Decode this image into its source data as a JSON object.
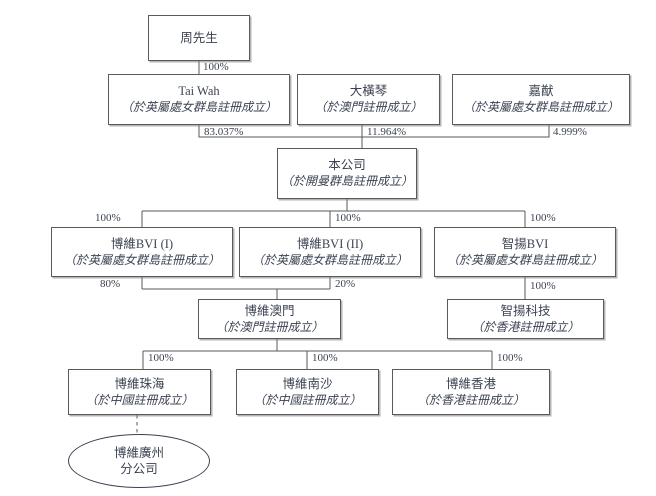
{
  "diagram": {
    "title": "Corporate Shareholding Structure Chart",
    "line_color": "#5a5a5a",
    "text_color": "#3b4252",
    "background": "#ffffff",
    "nodes": [
      {
        "id": "zhou",
        "name": "周先生",
        "sub": ""
      },
      {
        "id": "taiwah",
        "name": "Tai Wah",
        "sub": "（於英屬處女群島註冊成立）"
      },
      {
        "id": "daHengQin",
        "name": "大橫琴",
        "sub": "（於澳門註冊成立）"
      },
      {
        "id": "jiaXian",
        "name": "嘉猷",
        "sub": "（於英屬處女群島註冊成立）"
      },
      {
        "id": "company",
        "name": "本公司",
        "sub": "（於開曼群島註冊成立）"
      },
      {
        "id": "boweiBVI1",
        "name": "博維BVI (I)",
        "sub": "（於英屬處女群島註冊成立）"
      },
      {
        "id": "boweiBVI2",
        "name": "博維BVI (II)",
        "sub": "（於英屬處女群島註冊成立）"
      },
      {
        "id": "zhiyangBVI",
        "name": "智揚BVI",
        "sub": "（於英屬處女群島註冊成立）"
      },
      {
        "id": "boweiMacau",
        "name": "博維澳門",
        "sub": "（於澳門註冊成立）"
      },
      {
        "id": "zhiyangTech",
        "name": "智揚科技",
        "sub": "（於香港註冊成立）"
      },
      {
        "id": "boweiZhuhai",
        "name": "博維珠海",
        "sub": "（於中國註冊成立）"
      },
      {
        "id": "boweiNansha",
        "name": "博維南沙",
        "sub": "（於中國註冊成立）"
      },
      {
        "id": "boweiHK",
        "name": "博維香港",
        "sub": "（於香港註冊成立）"
      },
      {
        "id": "boweiGZ",
        "name": "博維廣州",
        "sub": "分公司"
      }
    ],
    "edges": [
      {
        "id": "e1",
        "from": "zhou",
        "to": "taiwah",
        "label": "100%"
      },
      {
        "id": "e2",
        "from": "taiwah",
        "to": "company",
        "label": "83.037%"
      },
      {
        "id": "e3",
        "from": "daHengQin",
        "to": "company",
        "label": "11.964%"
      },
      {
        "id": "e4",
        "from": "jiaXian",
        "to": "company",
        "label": "4.999%"
      },
      {
        "id": "e5",
        "from": "company",
        "to": "boweiBVI1",
        "label": "100%"
      },
      {
        "id": "e6",
        "from": "company",
        "to": "boweiBVI2",
        "label": "100%"
      },
      {
        "id": "e7",
        "from": "company",
        "to": "zhiyangBVI",
        "label": "100%"
      },
      {
        "id": "e8",
        "from": "boweiBVI1",
        "to": "boweiMacau",
        "label": "80%"
      },
      {
        "id": "e9",
        "from": "boweiBVI2",
        "to": "boweiMacau",
        "label": "20%"
      },
      {
        "id": "e10",
        "from": "zhiyangBVI",
        "to": "zhiyangTech",
        "label": "100%"
      },
      {
        "id": "e11",
        "from": "boweiMacau",
        "to": "boweiZhuhai",
        "label": "100%"
      },
      {
        "id": "e12",
        "from": "boweiMacau",
        "to": "boweiNansha",
        "label": "100%"
      },
      {
        "id": "e13",
        "from": "boweiMacau",
        "to": "boweiHK",
        "label": "100%"
      },
      {
        "id": "e14",
        "from": "boweiZhuhai",
        "to": "boweiGZ",
        "label": ""
      }
    ]
  }
}
